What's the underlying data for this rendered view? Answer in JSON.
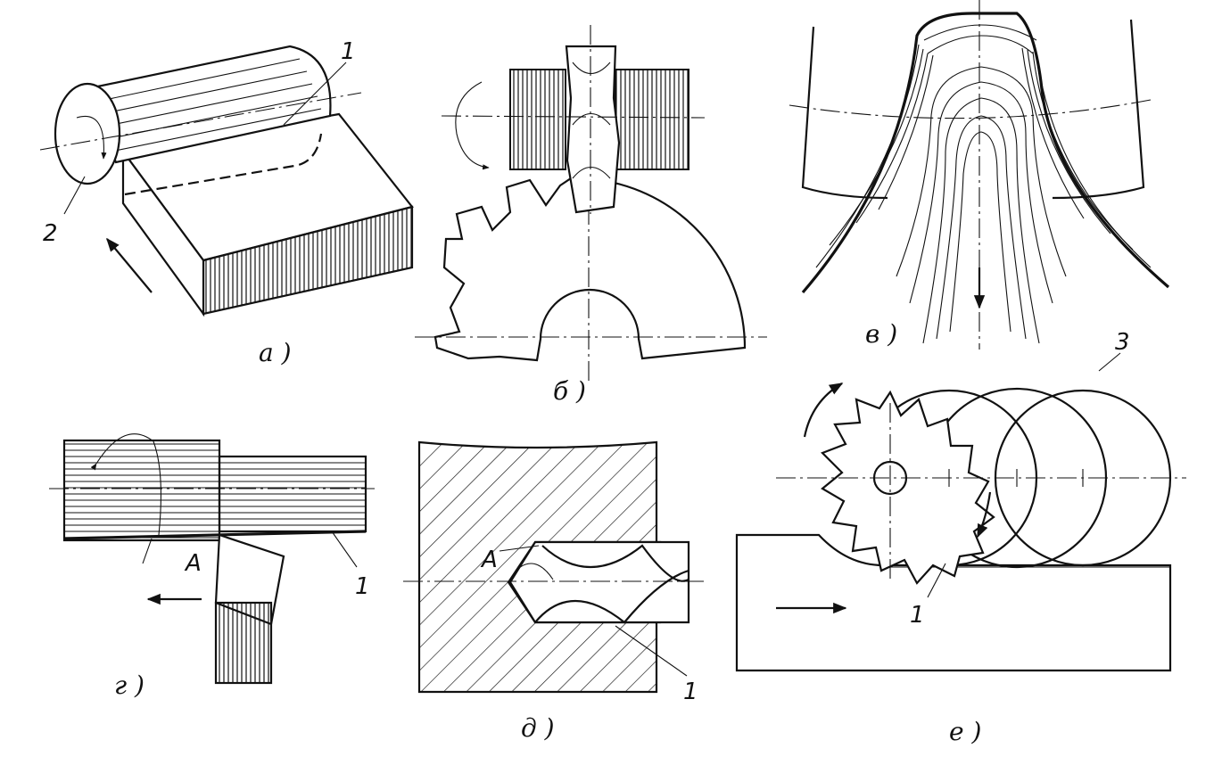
{
  "panels": {
    "a": {
      "caption": "а )",
      "labels": [
        "1",
        "2"
      ]
    },
    "b": {
      "caption": "б )"
    },
    "v": {
      "caption": "в )"
    },
    "g": {
      "caption": "г )",
      "labels": [
        "A",
        "1"
      ]
    },
    "d": {
      "caption": "д )",
      "labels": [
        "A",
        "1"
      ]
    },
    "e": {
      "caption": "е )",
      "labels": [
        "3",
        "1"
      ]
    }
  },
  "colors": {
    "ink": "#111111",
    "paper": "#ffffff"
  }
}
